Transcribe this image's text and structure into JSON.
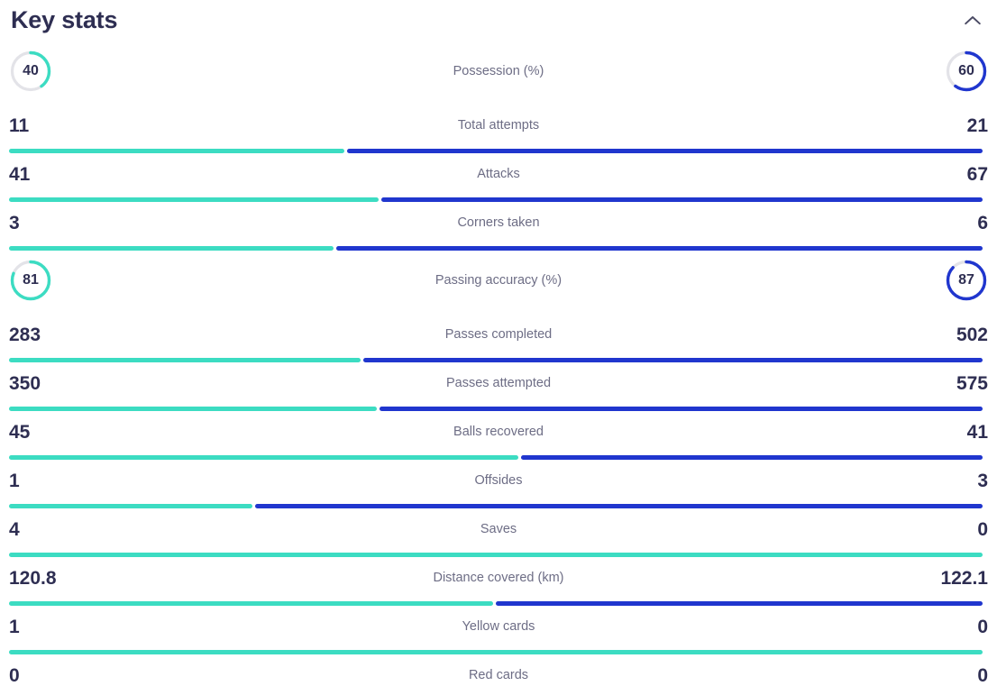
{
  "header": {
    "title": "Key stats",
    "collapse_icon": "chevron-up-icon"
  },
  "colors": {
    "home": "#3cdcc2",
    "away": "#2036ce",
    "track": "#e3e3e8",
    "value_text": "#2e2e52",
    "label_text": "#6d6d85"
  },
  "chart_data": {
    "type": "bar",
    "title": "Key stats",
    "orientation": "horizontal-diverging",
    "series": [
      {
        "name": "home",
        "color": "#3cdcc2"
      },
      {
        "name": "away",
        "color": "#2036ce"
      }
    ],
    "categories": [
      "Possession (%)",
      "Total attempts",
      "Attacks",
      "Corners taken",
      "Passing accuracy (%)",
      "Passes completed",
      "Passes attempted",
      "Balls recovered",
      "Offsides",
      "Saves",
      "Distance covered (km)",
      "Yellow cards",
      "Red cards"
    ],
    "home_values": [
      40,
      11,
      41,
      3,
      81,
      283,
      350,
      45,
      1,
      4,
      120.8,
      1,
      0
    ],
    "away_values": [
      60,
      21,
      67,
      6,
      87,
      502,
      575,
      41,
      3,
      0,
      122.1,
      0,
      0
    ]
  },
  "rows": [
    {
      "label": "Possession (%)",
      "home": "40",
      "away": "60",
      "style": "donut",
      "home_pct": 40,
      "away_pct": 60
    },
    {
      "label": "Total attempts",
      "home": "11",
      "away": "21",
      "style": "bar",
      "home_pct": 34.4,
      "away_pct": 65.6
    },
    {
      "label": "Attacks",
      "home": "41",
      "away": "67",
      "style": "bar",
      "home_pct": 38.0,
      "away_pct": 62.0
    },
    {
      "label": "Corners taken",
      "home": "3",
      "away": "6",
      "style": "bar",
      "home_pct": 33.3,
      "away_pct": 66.7
    },
    {
      "label": "Passing accuracy (%)",
      "home": "81",
      "away": "87",
      "style": "donut",
      "home_pct": 81,
      "away_pct": 87
    },
    {
      "label": "Passes completed",
      "home": "283",
      "away": "502",
      "style": "bar",
      "home_pct": 36.1,
      "away_pct": 63.9
    },
    {
      "label": "Passes attempted",
      "home": "350",
      "away": "575",
      "style": "bar",
      "home_pct": 37.8,
      "away_pct": 62.2
    },
    {
      "label": "Balls recovered",
      "home": "45",
      "away": "41",
      "style": "bar",
      "home_pct": 52.3,
      "away_pct": 47.7
    },
    {
      "label": "Offsides",
      "home": "1",
      "away": "3",
      "style": "bar",
      "home_pct": 25.0,
      "away_pct": 75.0
    },
    {
      "label": "Saves",
      "home": "4",
      "away": "0",
      "style": "bar",
      "home_pct": 100,
      "away_pct": 0
    },
    {
      "label": "Distance covered (km)",
      "home": "120.8",
      "away": "122.1",
      "style": "bar",
      "home_pct": 49.7,
      "away_pct": 50.3
    },
    {
      "label": "Yellow cards",
      "home": "1",
      "away": "0",
      "style": "bar",
      "home_pct": 100,
      "away_pct": 0
    },
    {
      "label": "Red cards",
      "home": "0",
      "away": "0",
      "style": "bar",
      "home_pct": 0,
      "away_pct": 0
    }
  ]
}
